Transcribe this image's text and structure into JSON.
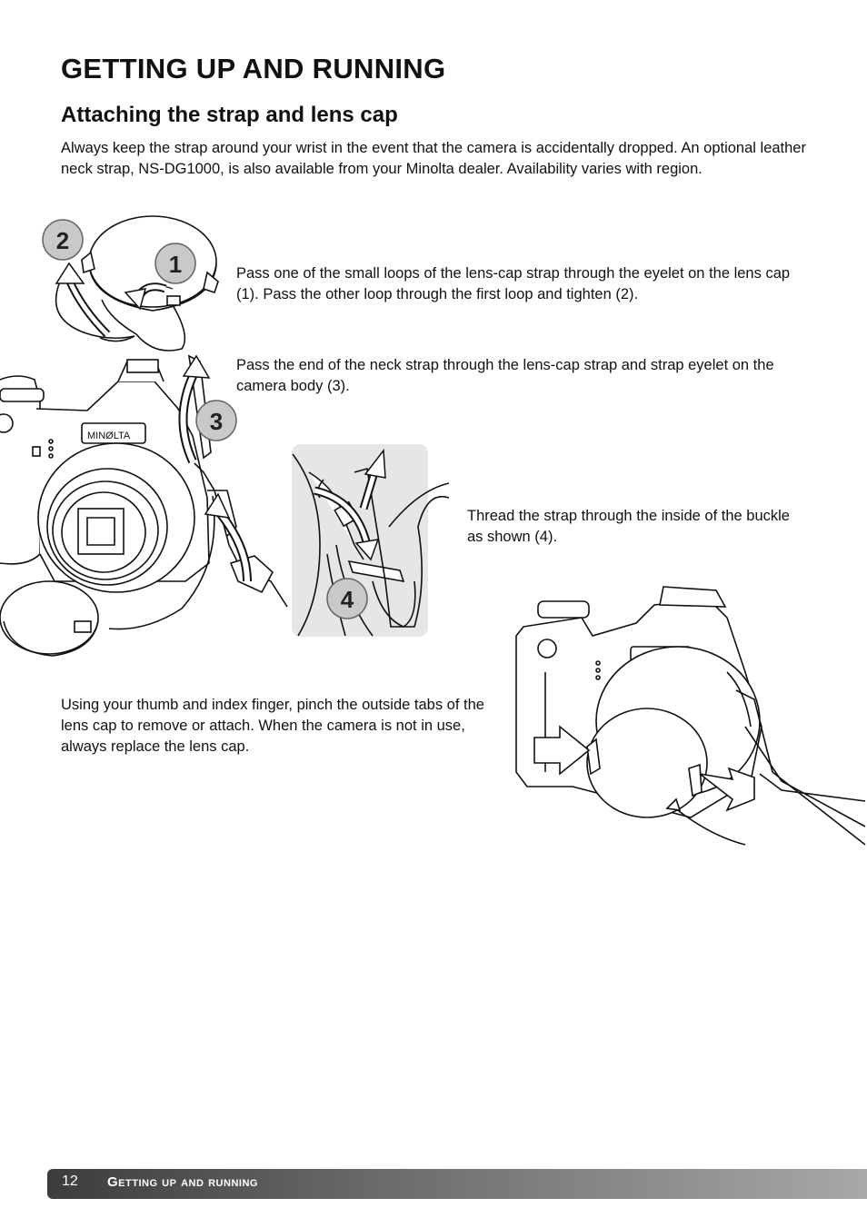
{
  "page": {
    "title": "GETTING UP AND RUNNING",
    "subtitle": "Attaching the strap and lens cap",
    "intro": "Always keep the strap around your wrist in the event that the camera is accidentally dropped. An optional leather neck strap, NS-DG1000, is also available from your Minolta dealer. Availability varies with region."
  },
  "steps": {
    "step_1_2": "Pass one of the small loops of the lens-cap strap through the eyelet on the lens cap (1). Pass the other loop through the first loop and tighten (2).",
    "step_3": "Pass the end of the neck strap through the lens-cap strap and strap eyelet on the camera body (3).",
    "step_4": "Thread the strap through the inside of the buckle as shown (4).",
    "pinch": "Using your thumb and index finger, pinch the outside tabs of the lens cap to remove or attach. When the camera is not in use, always replace the lens cap."
  },
  "badges": {
    "one": "1",
    "two": "2",
    "three": "3",
    "four": "4"
  },
  "camera_logo": "MINØLTA",
  "footer": {
    "page_number": "12",
    "section": "Getting up and running"
  },
  "colors": {
    "badge_fill": "#c9c9c9",
    "panel_fill": "#e6e6e6",
    "line": "#111111"
  }
}
